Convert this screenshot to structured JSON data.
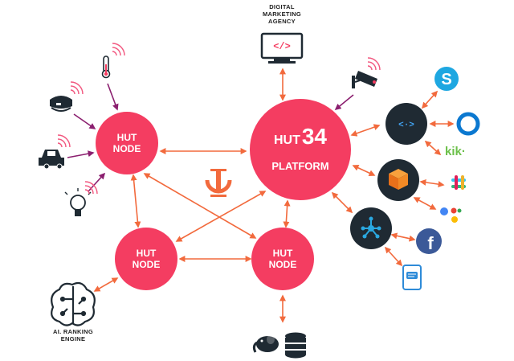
{
  "hut_node_label_line1": "HUT",
  "hut_node_label_line2": "NODE",
  "platform": {
    "brand_prefix": "HUT",
    "brand_number": "34",
    "subtitle": "PLATFORM"
  },
  "top_agency": {
    "line1": "DIGITAL",
    "line2": "MARKETING",
    "line3": "AGENCY"
  },
  "ai_engine": {
    "line1": "AI. RANKING",
    "line2": "ENGINE"
  },
  "kik_text": "kik·",
  "colors": {
    "node_red": "#f43d61",
    "arrow_orange": "#f26a3d",
    "arrow_purple": "#8b1f6f",
    "dark_hub": "#1f2a33",
    "signal_pink": "#f2577f"
  },
  "icons": {
    "thermometer": "thermometer-icon",
    "vr_headset": "vr-headset-icon",
    "car": "car-icon",
    "lightbulb": "lightbulb-icon",
    "cctv": "cctv-camera-icon",
    "monitor": "code-monitor-icon",
    "brain": "brain-icon",
    "hadoop": "elephant-icon",
    "database": "database-icon",
    "skype": "skype-icon",
    "cortana": "cortana-ring-icon",
    "kik": "kik-icon",
    "slack": "slack-icon",
    "google_assistant": "google-assistant-icon",
    "facebook": "facebook-icon",
    "phone_chat": "phone-chat-icon"
  }
}
